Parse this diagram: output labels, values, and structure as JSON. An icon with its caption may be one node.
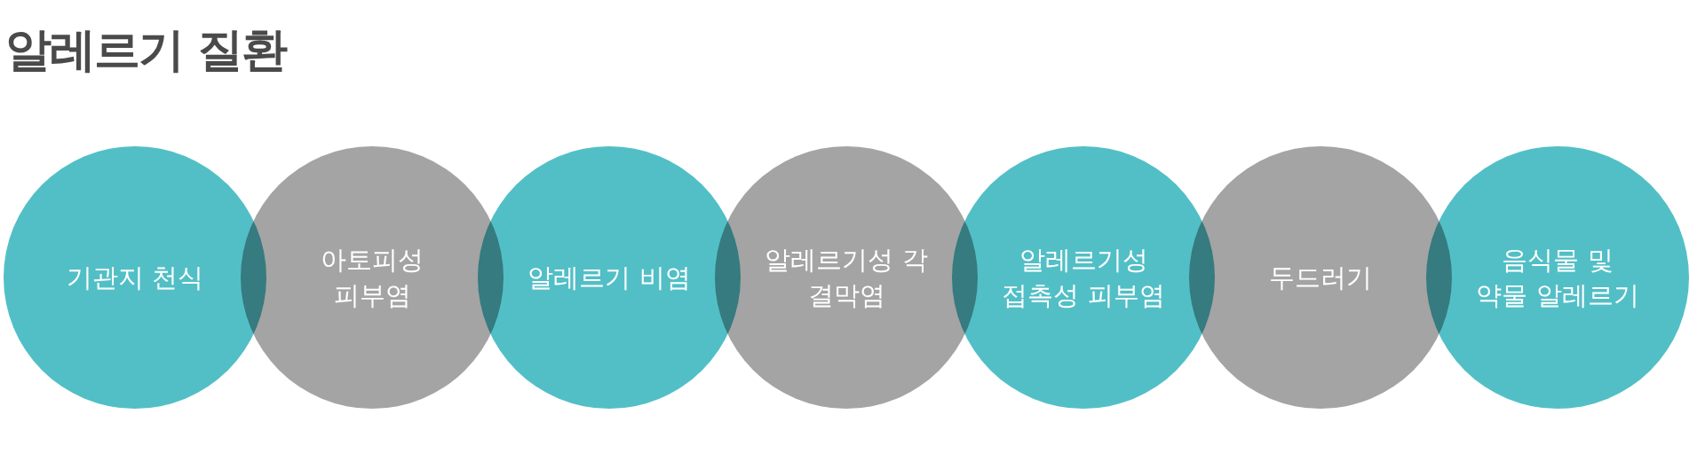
{
  "diagram": {
    "title": "알레르기 질환",
    "nodes": [
      {
        "text": [
          "기관지 천식"
        ]
      },
      {
        "text": [
          "아토피성 피부염"
        ]
      },
      {
        "text": [
          "알레르기 비염"
        ]
      },
      {
        "text": [
          "알레르기성 각 결막염"
        ]
      },
      {
        "text": [
          "알레르기성 접촉성 피부염"
        ]
      },
      {
        "text": [
          "두드러기"
        ]
      },
      {
        "text": [
          "음식물 및 약물 알레르기"
        ]
      }
    ]
  }
}
